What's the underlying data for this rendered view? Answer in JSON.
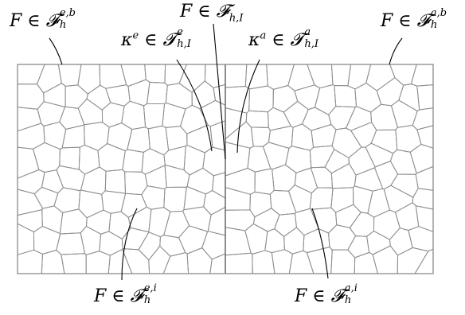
{
  "colors": {
    "mesh": "#8f8f8f",
    "interface": "#6f6f6f",
    "frame": "#8a8a8a",
    "leader": "#000000",
    "text": "#000000"
  },
  "labels": {
    "top_left": {
      "base": "F",
      "op": "∈",
      "set": "𝓕",
      "sub": "h",
      "sup": "e,b"
    },
    "top_center": {
      "base": "F",
      "op": "∈",
      "set": "𝓕",
      "sub": "h,I",
      "sup": ""
    },
    "top_right": {
      "base": "F",
      "op": "∈",
      "set": "𝓕",
      "sub": "h",
      "sup": "a,b"
    },
    "mid_left": {
      "base": "κ",
      "base_sup": "e",
      "op": "∈",
      "set": "𝓣",
      "sub": "h,I",
      "sup": "e"
    },
    "mid_right": {
      "base": "κ",
      "base_sup": "a",
      "op": "∈",
      "set": "𝓣",
      "sub": "h,I",
      "sup": "a"
    },
    "bot_left": {
      "base": "F",
      "op": "∈",
      "set": "𝓕",
      "sub": "h",
      "sup": "e,i"
    },
    "bot_right": {
      "base": "F",
      "op": "∈",
      "set": "𝓕",
      "sub": "h",
      "sup": "a,i"
    }
  }
}
